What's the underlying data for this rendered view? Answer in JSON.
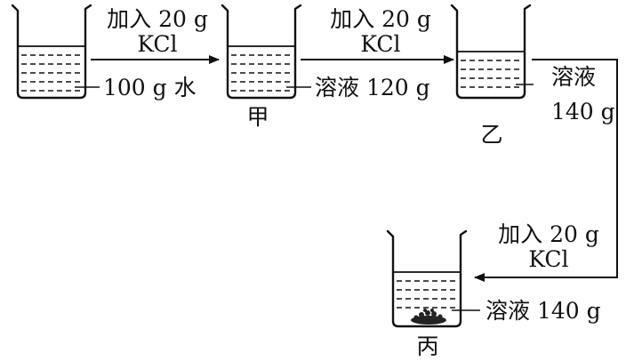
{
  "step1": {
    "add_line1": "加入 20 g",
    "add_line2": "KCl"
  },
  "step2": {
    "add_line1": "加入 20 g",
    "add_line2": "KCl"
  },
  "step3": {
    "add_line1": "加入 20 g",
    "add_line2": "KCl"
  },
  "beaker_start": {
    "label": "100 g 水"
  },
  "beaker_jia": {
    "name": "甲",
    "label": "溶液 120 g"
  },
  "beaker_yi": {
    "name": "乙",
    "label_line1": "溶液",
    "label_line2": "140 g"
  },
  "beaker_bing": {
    "name": "丙",
    "label": "溶液 140 g"
  }
}
